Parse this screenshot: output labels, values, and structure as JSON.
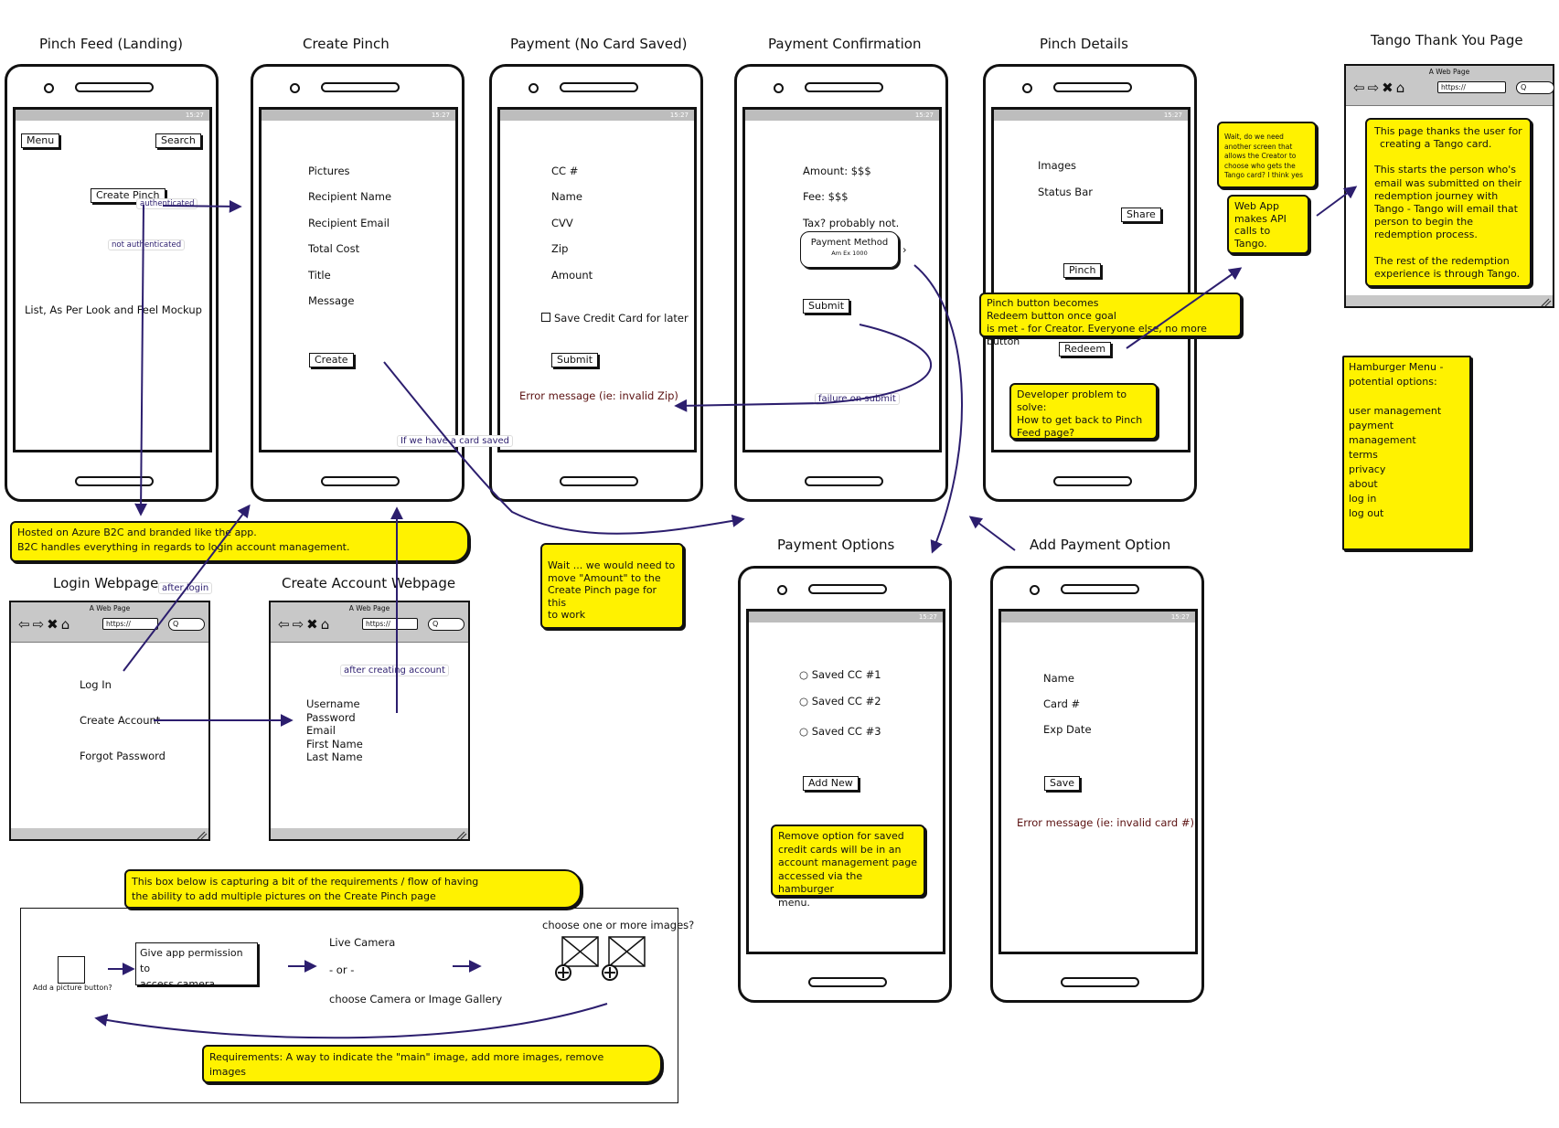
{
  "titles": {
    "pinch_feed": "Pinch Feed (Landing)",
    "create_pinch": "Create Pinch",
    "payment_no_card": "Payment (No Card Saved)",
    "payment_confirmation": "Payment Confirmation",
    "pinch_details": "Pinch Details",
    "tango_thank_you": "Tango Thank You Page",
    "payment_options": "Payment Options",
    "add_payment_option": "Add Payment Option",
    "login_webpage": "Login Webpage",
    "create_account_webpage": "Create Account Webpage"
  },
  "status_time": "15:27",
  "browser": {
    "title": "A Web Page",
    "url": "https://",
    "search": "Q"
  },
  "pinch_feed": {
    "menu_button": "Menu",
    "search_button": "Search",
    "create_pinch_button": "Create Pinch",
    "list_label": "List, As Per Look and Feel Mockup"
  },
  "create_pinch": {
    "fields": [
      "Pictures",
      "Recipient Name",
      "Recipient Email",
      "Total Cost",
      "Title",
      "Message"
    ],
    "create_button": "Create"
  },
  "payment_no_card": {
    "fields": [
      "CC #",
      "Name",
      "CVV",
      "Zip",
      "Amount"
    ],
    "save_card_checkbox": "Save Credit Card for later",
    "submit_button": "Submit",
    "error": "Error message (ie: invalid Zip)"
  },
  "payment_confirmation": {
    "lines": [
      "Amount:  $$$",
      "Fee: $$$",
      "Tax? probably not."
    ],
    "method_title": "Payment Method",
    "method_value": "Am Ex 1000",
    "submit_button": "Submit"
  },
  "pinch_details": {
    "images": "Images",
    "status_bar": "Status Bar",
    "share_button": "Share",
    "pinch_button": "Pinch",
    "redeem_button": "Redeem"
  },
  "payment_options": {
    "options": [
      "Saved CC #1",
      "Saved CC #2",
      "Saved CC #3"
    ],
    "add_new_button": "Add New"
  },
  "add_payment_option": {
    "fields": [
      "Name",
      "Card #",
      "Exp Date"
    ],
    "save_button": "Save",
    "error": "Error message (ie: invalid card #)"
  },
  "login": {
    "links": [
      "Log In",
      "Create Account",
      "Forgot Password"
    ]
  },
  "create_account": {
    "fields": [
      "Username",
      "Password",
      "Email",
      "First Name",
      "Last Name"
    ]
  },
  "tags": {
    "authenticated": "authenticated",
    "not_authenticated": "not authenticated",
    "if_card_saved": "If we have a card saved",
    "failure_on_submit": "failure on submit",
    "after_login": "after login",
    "after_creating_account": "after creating account"
  },
  "notes": {
    "azure": [
      "Hosted on Azure B2C and branded like the app.",
      "B2C handles everything in regards to login account management."
    ],
    "wait_amount": [
      "Wait ... we would need to",
      "move \"Amount\" to the",
      "Create Pinch page for this",
      "to work"
    ],
    "pinch_redeem": [
      "Pinch button becomes",
      "Redeem button once goal",
      "is met - for Creator.  Everyone else, no more button"
    ],
    "developer_problem": [
      "Developer problem to",
      "solve:",
      "How to get back to Pinch",
      "Feed page?"
    ],
    "another_screen": [
      "Wait, do we need",
      "another screen that",
      "allows the Creator to",
      "choose who gets the",
      "Tango card?  I think yes"
    ],
    "web_app_api": [
      "Web App",
      "makes API",
      "calls to",
      "Tango."
    ],
    "tango_thanks": [
      "This page thanks the user for",
      "creating a Tango card.",
      "",
      "This starts the person who's",
      "email was submitted on their",
      "redemption journey with",
      "Tango - Tango will email that",
      "person to begin the",
      "redemption process.",
      "",
      "The rest of the redemption",
      "experience is through Tango."
    ],
    "hamburger": [
      "Hamburger Menu -",
      "potential options:",
      "",
      "user management",
      "payment",
      "management",
      "terms",
      "privacy",
      "about",
      "log in",
      "log out"
    ],
    "remove_option": [
      "Remove option for saved",
      "credit cards will be in an",
      "account management page",
      "accessed via the hamburger",
      "menu."
    ],
    "box_below": [
      "This box below is capturing a bit of the requirements / flow of having",
      "the ability to add multiple pictures on the Create Pinch page"
    ],
    "requirements": [
      "Requirements:  A way to indicate the \"main\" image, add more images, remove",
      "images"
    ]
  },
  "pictures_flow": {
    "add_picture_label": "Add a picture button?",
    "permission_box": [
      "Give app permission to",
      "access camera"
    ],
    "live_camera": "Live Camera",
    "or": "- or -",
    "gallery": "choose Camera or Image Gallery",
    "choose_images": "choose one or more images?"
  }
}
